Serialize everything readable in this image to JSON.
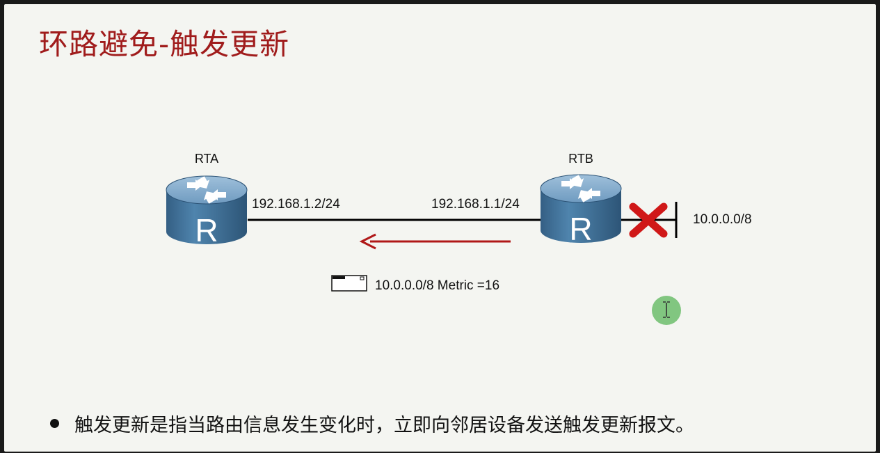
{
  "title": "环路避免-触发更新",
  "routers": {
    "rta": {
      "name": "RTA",
      "glyph": "R"
    },
    "rtb": {
      "name": "RTB",
      "glyph": "R"
    }
  },
  "link": {
    "rta_ip": "192.168.1.2/24",
    "rtb_ip": "192.168.1.1/24"
  },
  "failed_network": "10.0.0.0/8",
  "update_message": "10.0.0.0/8 Metric =16",
  "bullet": "触发更新是指当路由信息发生变化时，立即向邻居设备发送触发更新报文。",
  "colors": {
    "title": "#a01c1c",
    "router_body": "#3f6f96",
    "arrow": "#b01818",
    "failure_x": "#d01818",
    "cursor": "#6cbd6c"
  },
  "icons": {
    "router": "router-icon",
    "failure": "cross-icon",
    "packet": "packet-icon",
    "cursor": "text-cursor-icon"
  }
}
